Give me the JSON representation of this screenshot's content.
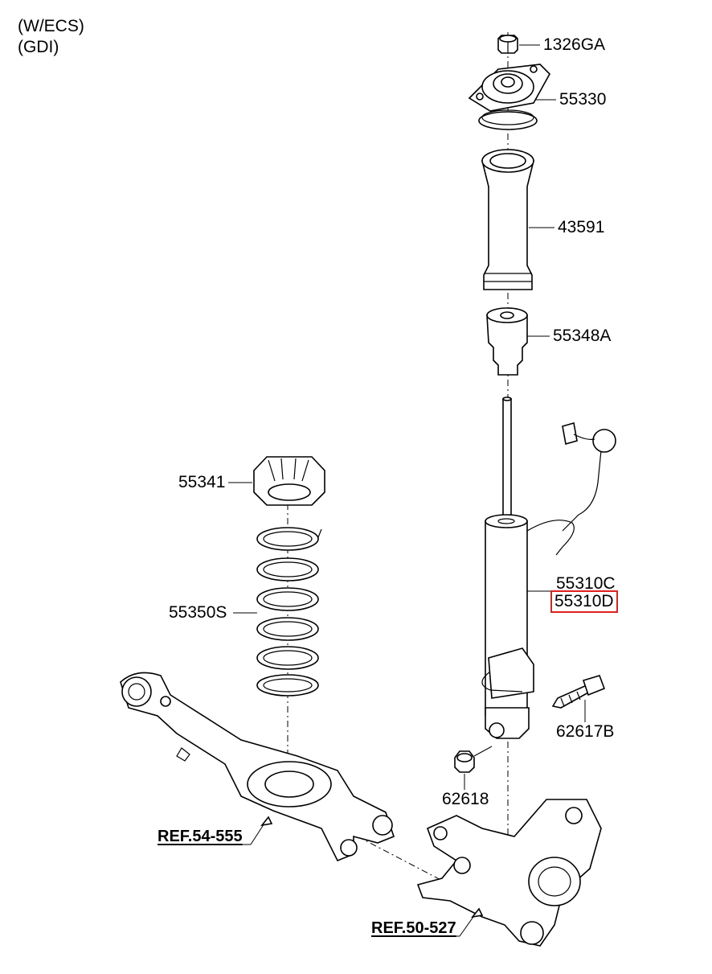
{
  "notes": [
    "(W/ECS)",
    "(GDI)"
  ],
  "parts": {
    "nut_top": "1326GA",
    "mount": "55330",
    "dust_cover": "43591",
    "bumper": "55348A",
    "upper_pad": "55341",
    "spring": "55350S",
    "shock_c": "55310C",
    "shock_d": "55310D",
    "bolt": "62617B",
    "nut_bottom": "62618"
  },
  "refs": {
    "arm": "REF.54-555",
    "knuckle": "REF.50-527"
  },
  "highlight_color": "#e0201e"
}
